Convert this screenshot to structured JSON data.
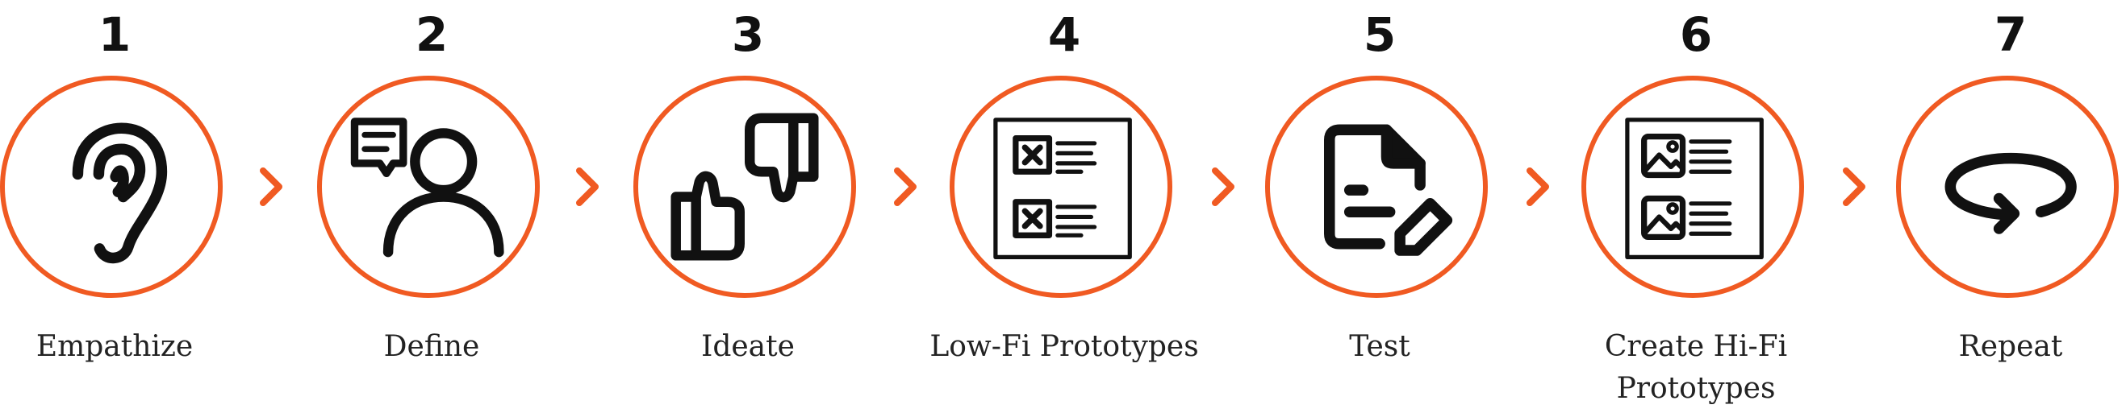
{
  "accent_color": "#f05a22",
  "steps": [
    {
      "number": "1",
      "label": "Empathize",
      "icon": "ear-icon"
    },
    {
      "number": "2",
      "label": "Define",
      "icon": "user-speech-icon"
    },
    {
      "number": "3",
      "label": "Ideate",
      "icon": "thumbs-up-down-icon"
    },
    {
      "number": "4",
      "label": "Low-Fi Prototypes",
      "icon": "wireframe-icon"
    },
    {
      "number": "5",
      "label": "Test",
      "icon": "document-edit-icon"
    },
    {
      "number": "6",
      "label": "Create Hi-Fi Prototypes",
      "icon": "hifi-mockup-icon"
    },
    {
      "number": "7",
      "label": "Repeat",
      "icon": "repeat-loop-icon"
    }
  ]
}
